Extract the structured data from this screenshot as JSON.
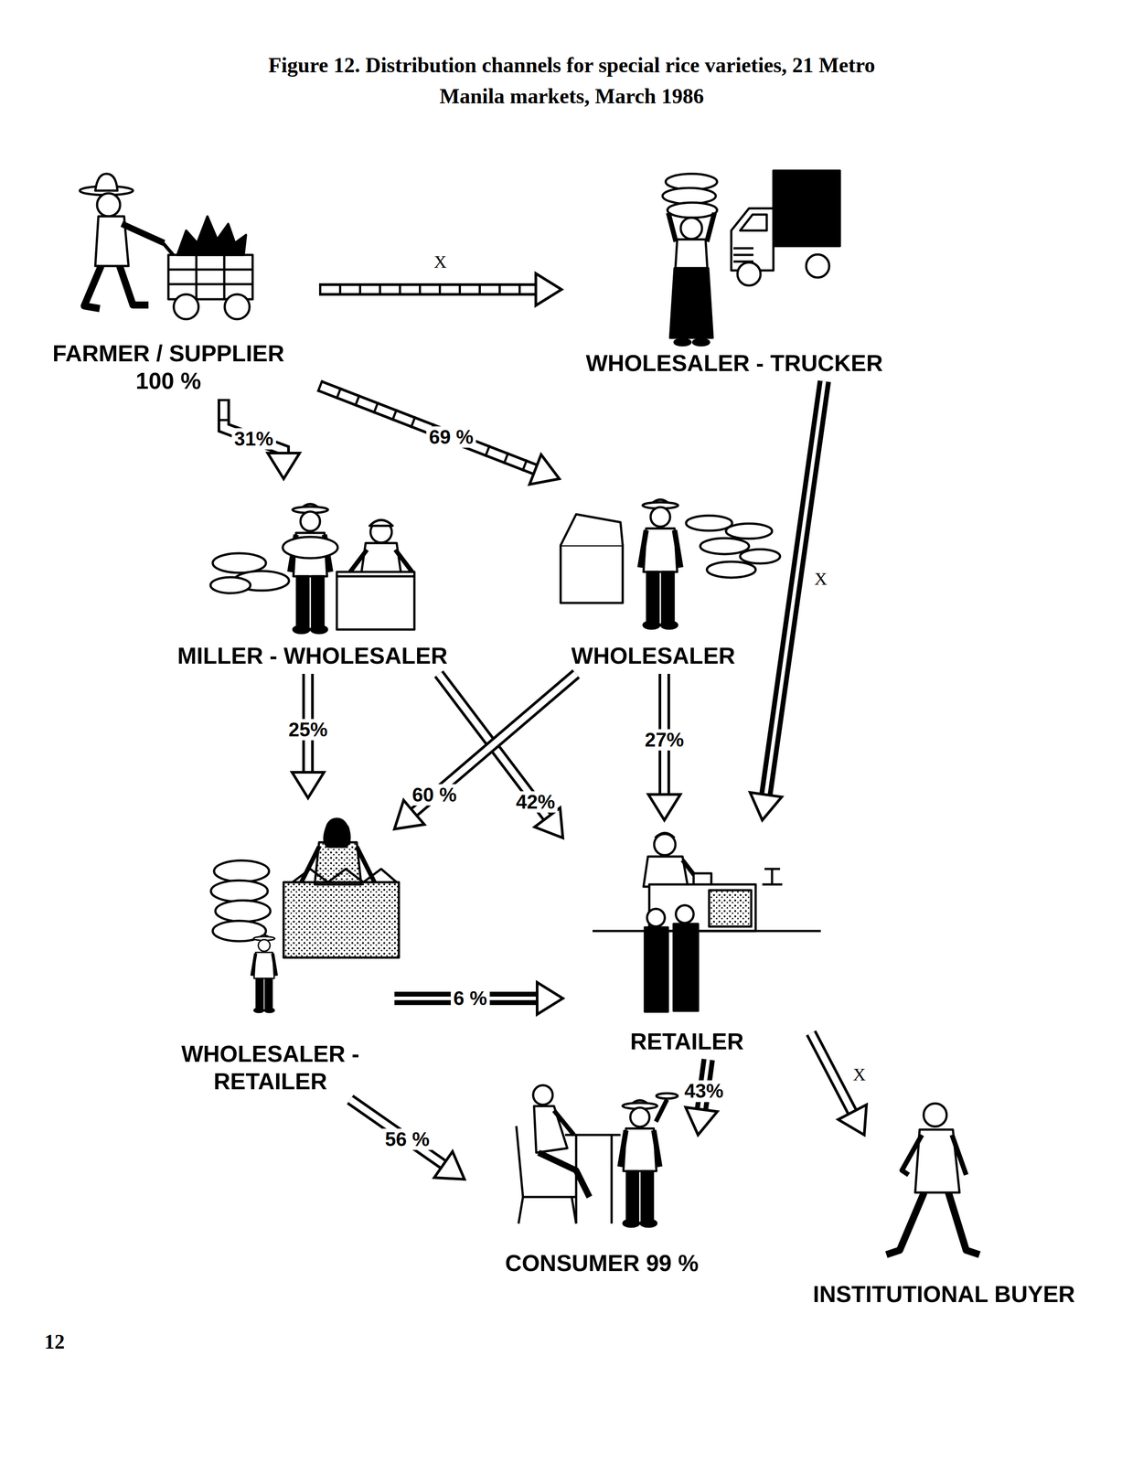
{
  "diagram": {
    "title": "Figure 12. Distribution channels for special rice varieties, 21 Metro Manila markets, March 1986",
    "nodes": [
      {
        "text": [
          "FARMER / SUPPLIER",
          "100 %"
        ]
      },
      {
        "text": [
          "WHOLESALER - TRUCKER"
        ]
      },
      {
        "text": [
          "MILLER - WHOLESALER"
        ]
      },
      {
        "text": [
          "WHOLESALER"
        ]
      },
      {
        "text": [
          "WHOLESALER - RETAILER"
        ]
      },
      {
        "text": [
          "RETAILER"
        ]
      },
      {
        "text": [
          "CONSUMER 99 %"
        ]
      },
      {
        "text": [
          "INSTITUTIONAL BUYER"
        ]
      }
    ],
    "edges": [
      {
        "from": 0,
        "to": 1,
        "label": "X",
        "arrow": "to"
      },
      {
        "from": 0,
        "to": 2,
        "label": "31%",
        "arrow": "to"
      },
      {
        "from": 0,
        "to": 3,
        "label": "69 %",
        "arrow": "to"
      },
      {
        "from": 1,
        "to": 5,
        "label": "X",
        "arrow": "to"
      },
      {
        "from": 2,
        "to": 4,
        "label": "25%",
        "arrow": "to"
      },
      {
        "from": 2,
        "to": 5,
        "label": "42%",
        "arrow": "to"
      },
      {
        "from": 3,
        "to": 4,
        "label": "60 %",
        "arrow": "to"
      },
      {
        "from": 3,
        "to": 5,
        "label": "27%",
        "arrow": "to"
      },
      {
        "from": 4,
        "to": 5,
        "label": "6 %",
        "arrow": "to"
      },
      {
        "from": 4,
        "to": 6,
        "label": "56 %",
        "arrow": "to"
      },
      {
        "from": 5,
        "to": 6,
        "label": "43%",
        "arrow": "to"
      },
      {
        "from": 5,
        "to": 7,
        "label": "X",
        "arrow": "to"
      }
    ],
    "labels": [
      "12"
    ]
  }
}
